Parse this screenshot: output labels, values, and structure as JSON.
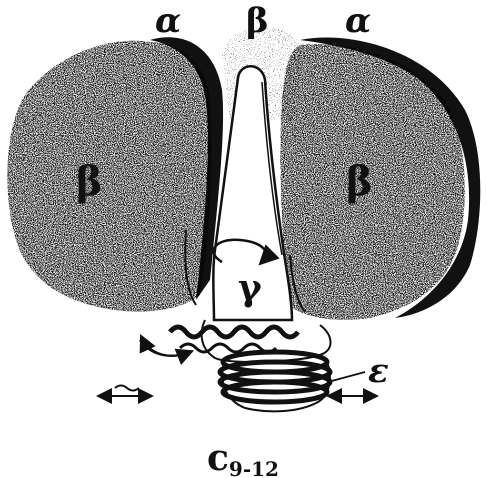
{
  "labels": {
    "alpha_left": "α",
    "beta_top": "β",
    "alpha_right": "α",
    "beta_left": "β",
    "beta_right": "β",
    "gamma": "γ",
    "epsilon": "ε"
  },
  "caption": {
    "letter": "c",
    "subscript": "9-12"
  },
  "colors": {
    "ink": "#111111",
    "shading": "#6f6f6f",
    "background": "#ffffff"
  }
}
